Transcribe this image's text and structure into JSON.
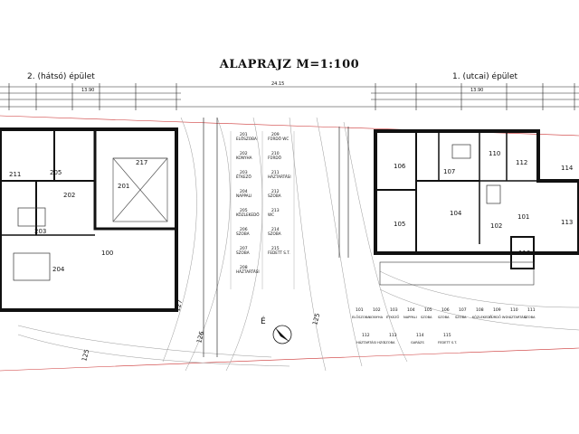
{
  "title": "ALAPRAJZ M=1:100",
  "buildings": {
    "rear": {
      "label": "2. (hátsó) épület"
    },
    "street": {
      "label": "1. (utcai) épület"
    }
  },
  "rear_rooms": [
    {
      "num": "211"
    },
    {
      "num": "205"
    },
    {
      "num": "202"
    },
    {
      "num": "201"
    },
    {
      "num": "203"
    },
    {
      "num": "204"
    },
    {
      "num": "217"
    },
    {
      "num": "100"
    }
  ],
  "street_rooms": [
    {
      "num": "106"
    },
    {
      "num": "107"
    },
    {
      "num": "110"
    },
    {
      "num": "112"
    },
    {
      "num": "114"
    },
    {
      "num": "104"
    },
    {
      "num": "105"
    },
    {
      "num": "102"
    },
    {
      "num": "101"
    },
    {
      "num": "113"
    },
    {
      "num": "116"
    }
  ],
  "dimensions": {
    "top_rear": "13.90",
    "top_total": "24.15",
    "top_street": "13.90",
    "slope_a": "127",
    "slope_b": "126",
    "slope_c": "125",
    "slope_d": "125"
  },
  "north_label": "É",
  "legend_rear": [
    {
      "num": "201",
      "name": "ELŐSZOBA"
    },
    {
      "num": "202",
      "name": "KONYHA"
    },
    {
      "num": "203",
      "name": "ÉTKEZŐ"
    },
    {
      "num": "204",
      "name": "NAPPALI"
    },
    {
      "num": "205",
      "name": "KÖZLEKEDŐ"
    },
    {
      "num": "206",
      "name": "SZOBA"
    },
    {
      "num": "207",
      "name": "SZOBA"
    },
    {
      "num": "208",
      "name": "HÁZTARTÁSI"
    }
  ],
  "legend_rear2": [
    {
      "num": "209",
      "name": "FÜRDŐ WC"
    },
    {
      "num": "210",
      "name": "FÜRDŐ"
    },
    {
      "num": "211",
      "name": "HÁZTARTÁSI"
    },
    {
      "num": "212",
      "name": "SZOBA"
    },
    {
      "num": "213",
      "name": "WC"
    },
    {
      "num": "214",
      "name": "SZOBA"
    },
    {
      "num": "215",
      "name": "FEDETT S.T."
    }
  ],
  "legend_street": [
    {
      "num": "101",
      "name": "ELŐSZOBA"
    },
    {
      "num": "102",
      "name": "KONYHA"
    },
    {
      "num": "103",
      "name": "ÉTKEZŐ"
    },
    {
      "num": "104",
      "name": "NAPPALI"
    },
    {
      "num": "105",
      "name": "SZOBA"
    },
    {
      "num": "106",
      "name": "SZOBA"
    },
    {
      "num": "107",
      "name": "SZOBA"
    },
    {
      "num": "108",
      "name": "KÖZLEKEDŐ"
    },
    {
      "num": "109",
      "name": "FÜRDŐ WC"
    },
    {
      "num": "110",
      "name": "HÁZTARTÁSI"
    },
    {
      "num": "111",
      "name": "SZOBA"
    }
  ],
  "legend_street2": [
    {
      "num": "112",
      "name": "HÁZTARTÁSI HZO"
    },
    {
      "num": "113",
      "name": "SZOBA"
    },
    {
      "num": "114",
      "name": "GARÁZS"
    },
    {
      "num": "115",
      "name": "FEDETT S.T."
    }
  ]
}
